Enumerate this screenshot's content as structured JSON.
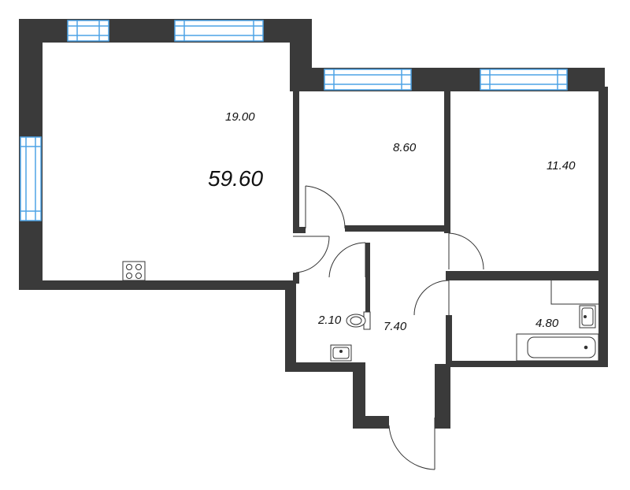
{
  "plan": {
    "total_area": "59.60",
    "rooms": [
      {
        "id": "living-room",
        "area": "19.00"
      },
      {
        "id": "bedroom-small",
        "area": "8.60"
      },
      {
        "id": "bedroom-large",
        "area": "11.40"
      },
      {
        "id": "toilet",
        "area": "2.10"
      },
      {
        "id": "hallway",
        "area": "7.40"
      },
      {
        "id": "bathroom",
        "area": "4.80"
      }
    ]
  },
  "colors": {
    "wall": "#3a3a3a",
    "window_frame": "#4da3e6",
    "fixture_stroke": "#333333",
    "background": "#ffffff"
  }
}
